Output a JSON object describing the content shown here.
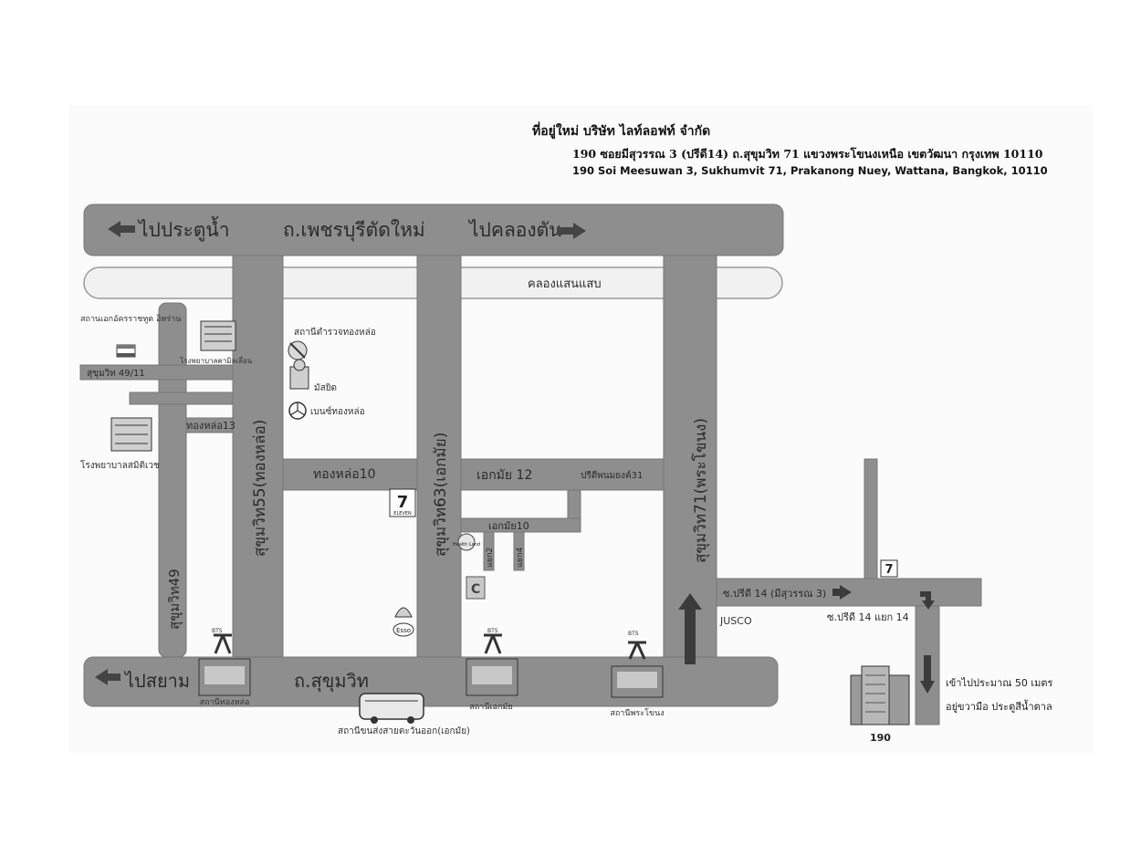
{
  "header": {
    "title": "ที่อยู่ใหม่ บริษัท ไลท์ลอฟท์ จำกัด",
    "address_th": "190 ซอยมีสุวรรณ 3 (ปรีดี14) ถ.สุขุมวิท 71  แขวงพระโขนงเหนือ  เขตวัฒนา  กรุงเทพ  10110",
    "address_en": "190 Soi Meesuwan 3, Sukhumvit 71, Prakanong Nuey, Wattana, Bangkok, 10110"
  },
  "roads": {
    "top_left_dir": "ไปประตูน้ำ",
    "top_road": "ถ.เพชรบุรีตัดใหม่",
    "top_right_dir": "ไปคลองตัน",
    "canal": "คลองแสนแสบ",
    "sukhumvit49_11": "สุขุมวิท 49/11",
    "thonglor13": "ทองหล่อ13",
    "thonglor10": "ทองหล่อ10",
    "ekkamai12": "เอกมัย 12",
    "pridi_link": "ปรีดีพนมยงค์31",
    "ekkamai10": "เอกมัย10",
    "yaek2": "แยก2",
    "yaek4": "แยก4",
    "sukhumvit55": "สุขุมวิท55(ทองหล่อ)",
    "sukhumvit63": "สุขุมวิท63(เอกมัย)",
    "sukhumvit71": "สุขุมวิท71(พระโขนง)",
    "sukhumvit49": "สุขุมวิท49",
    "bottom_left_dir": "ไปสยาม",
    "bottom_road": "ถ.สุขุมวิท",
    "pridi14": "ซ.ปรีดี 14 (มีสุวรรณ 3)",
    "pridi14_junction": "ซ.ปรีดี 14 แยก 14"
  },
  "landmarks": {
    "embassy": "สถานเอกอัครราชทูต อิหร่าน",
    "hospital1": "โรงพยาบาลคามิลเลี่ยน",
    "police": "สถานีตำรวจทองหล่อ",
    "mosque": "มัสยิด",
    "benz": "เบนซ์ทองหล่อ",
    "hospital2": "โรงพยาบาลสมิติเวช",
    "seven_eleven": "ELEVEN",
    "health_land": "Health Land",
    "esso": "Esso",
    "jusco": "JUSCO",
    "bus_terminal": "สถานีขนส่งสายตะวันออก(เอกมัย)",
    "bts_thonglor": "สถานีทองหล่อ",
    "bts_ekkamai": "สถานีเอกมัย",
    "bts_phrakhanong": "สถานีพระโขนง",
    "bts_label": "BTS",
    "building_number": "190",
    "directions_line1": "เข้าไปประมาณ 50 เมตร",
    "directions_line2": "อยู่ขวามือ ประตูสีน้ำตาล"
  },
  "colors": {
    "road": "#8e8e8e",
    "road_edge": "#6f6f6f",
    "canal": "#f1f1f1",
    "arrow": "#3b3b3b",
    "text": "#2a2a2a"
  }
}
